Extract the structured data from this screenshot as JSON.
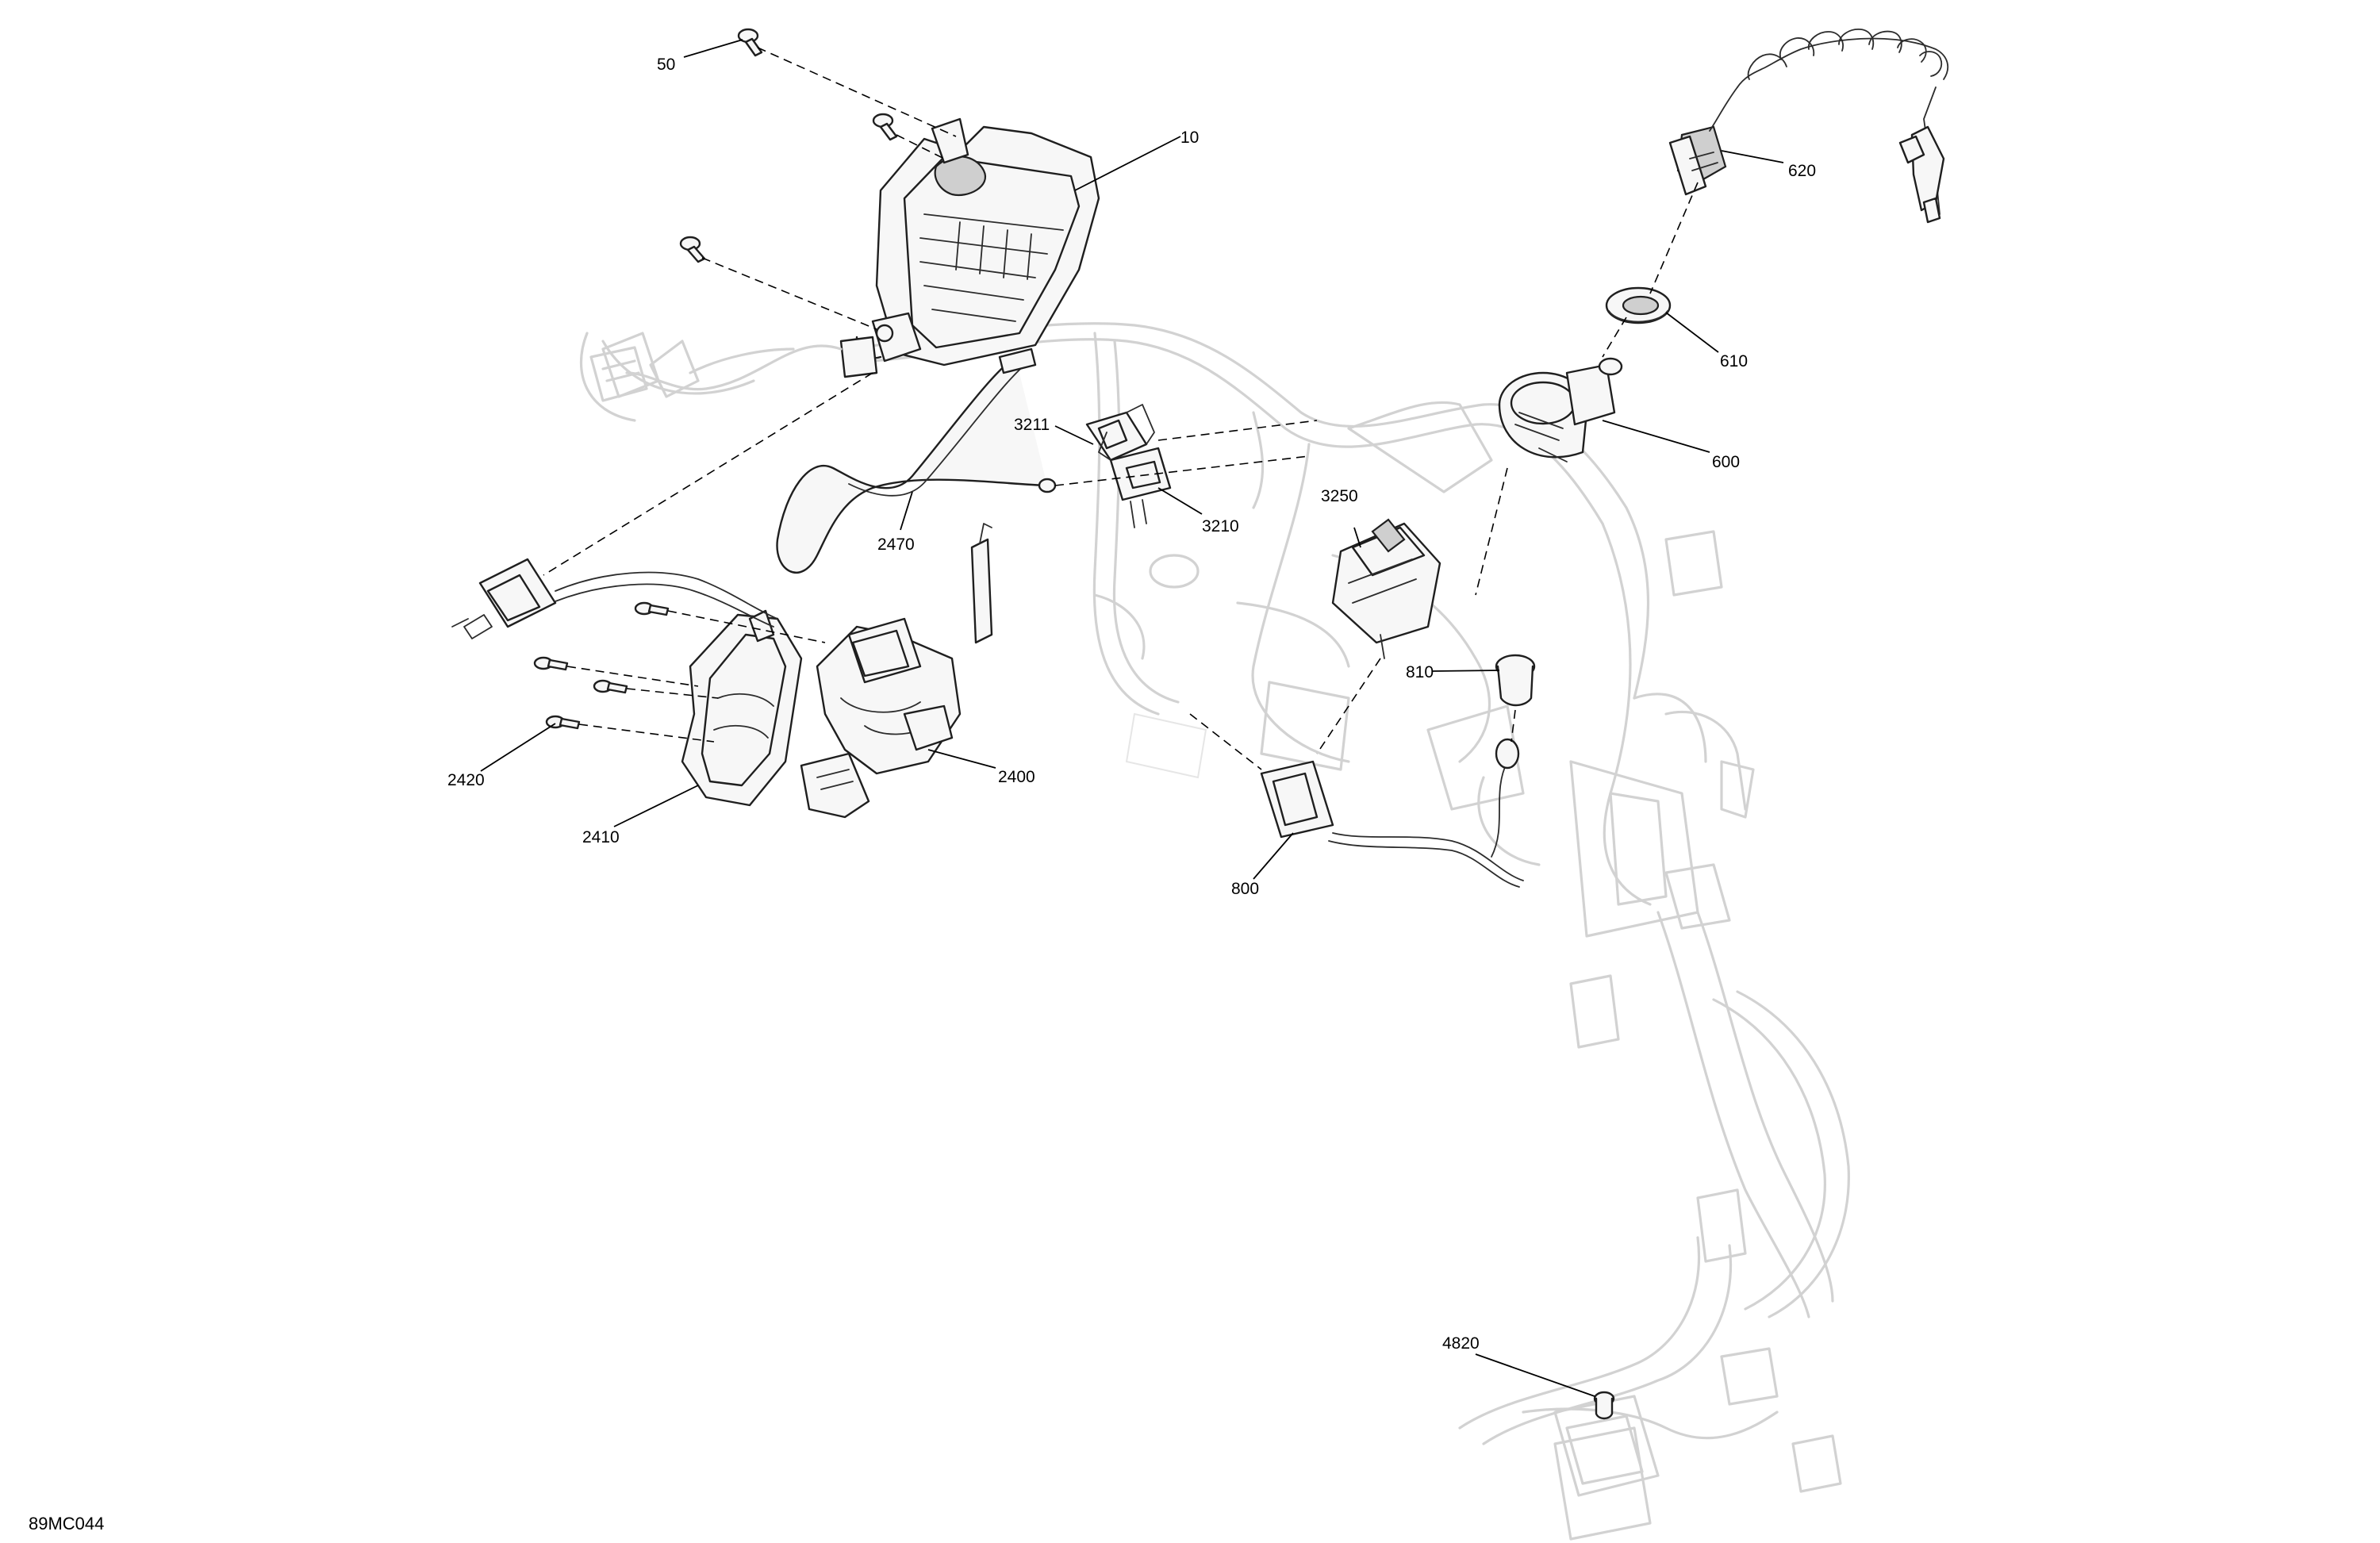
{
  "diagram": {
    "reference_code": "89MC044",
    "callouts": [
      {
        "id": "c50",
        "label": "50"
      },
      {
        "id": "c10",
        "label": "10"
      },
      {
        "id": "c620",
        "label": "620"
      },
      {
        "id": "c610",
        "label": "610"
      },
      {
        "id": "c600",
        "label": "600"
      },
      {
        "id": "c3211",
        "label": "3211"
      },
      {
        "id": "c3210",
        "label": "3210"
      },
      {
        "id": "c3250",
        "label": "3250"
      },
      {
        "id": "c2470",
        "label": "2470"
      },
      {
        "id": "c810",
        "label": "810"
      },
      {
        "id": "c2420",
        "label": "2420"
      },
      {
        "id": "c2400",
        "label": "2400"
      },
      {
        "id": "c2410",
        "label": "2410"
      },
      {
        "id": "c800",
        "label": "800"
      },
      {
        "id": "c4820",
        "label": "4820"
      }
    ]
  }
}
